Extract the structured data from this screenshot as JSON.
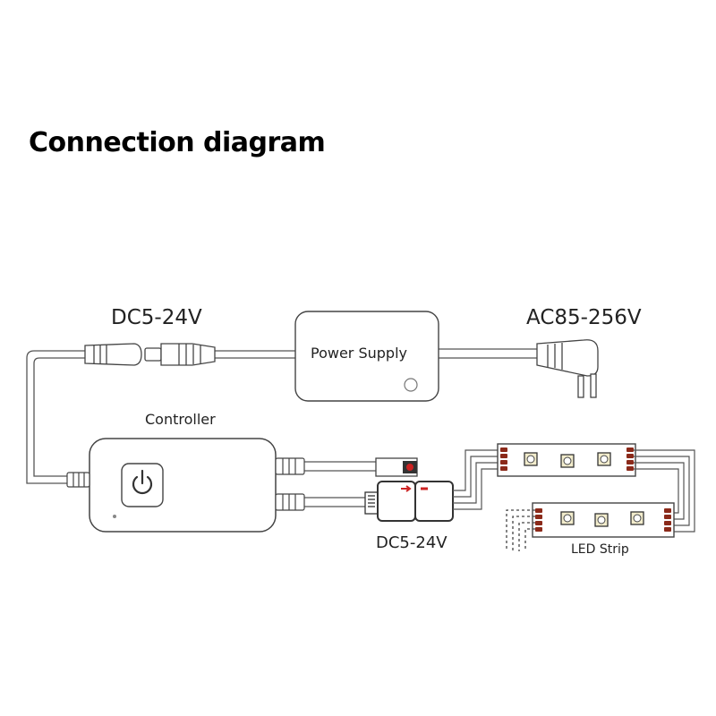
{
  "title": "Connection diagram",
  "labels": {
    "dc_input": "DC5-24V",
    "ac_input": "AC85-256V",
    "power_supply": "Power Supply",
    "controller": "Controller",
    "dc_output": "DC5-24V",
    "led_strip": "LED Strip"
  },
  "colors": {
    "line": "#555555",
    "outline": "#444444",
    "pad": "#8b2a1a",
    "led_fill": "#f2eccc",
    "indicator": "#cc2222"
  },
  "icons": {
    "controller_button": "power-button-icon"
  }
}
